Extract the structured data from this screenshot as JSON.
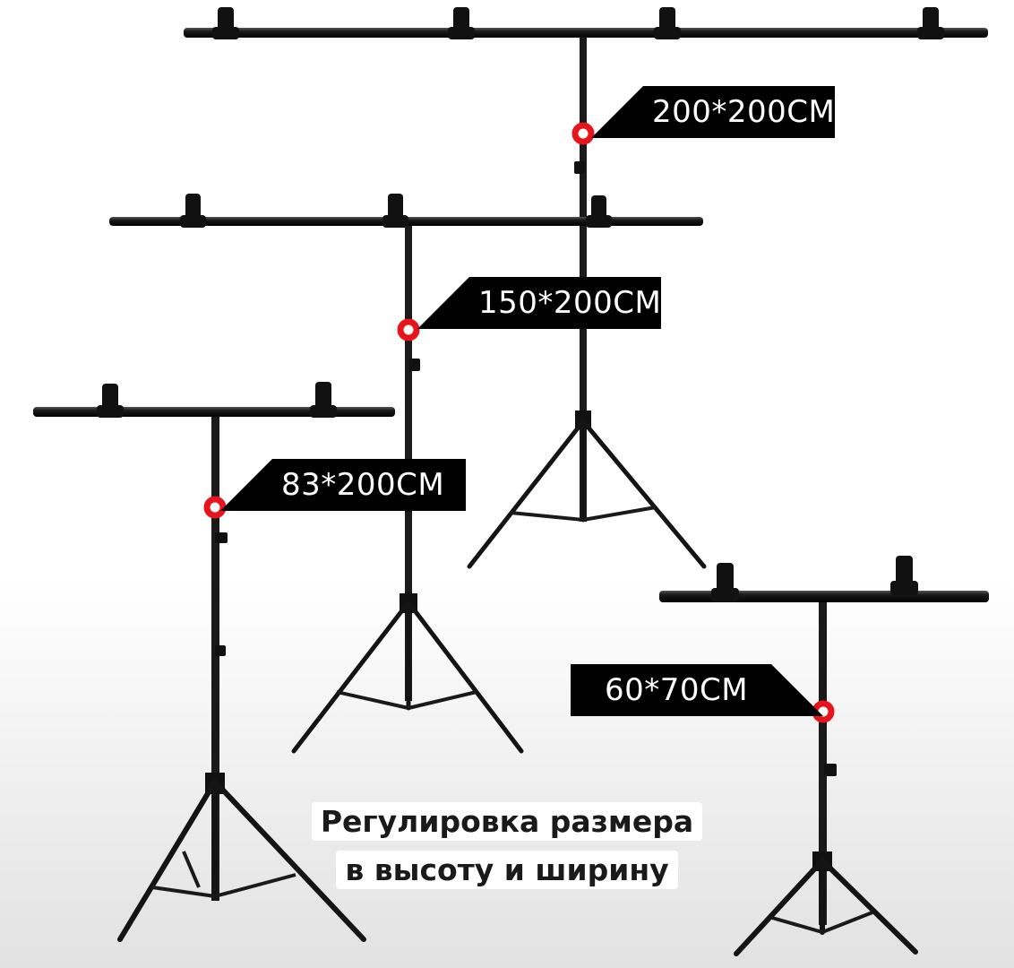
{
  "labels": {
    "stand_1": "200*200CM",
    "stand_2": "150*200CM",
    "stand_3": "83*200CM",
    "stand_4": "60*70CM"
  },
  "caption": {
    "line_1": "Регулировка размера",
    "line_2": "в высоту и ширину"
  },
  "colors": {
    "stand": "#111111",
    "label_bg": "#000000",
    "label_text": "#ffffff",
    "marker": "#e8141b"
  }
}
